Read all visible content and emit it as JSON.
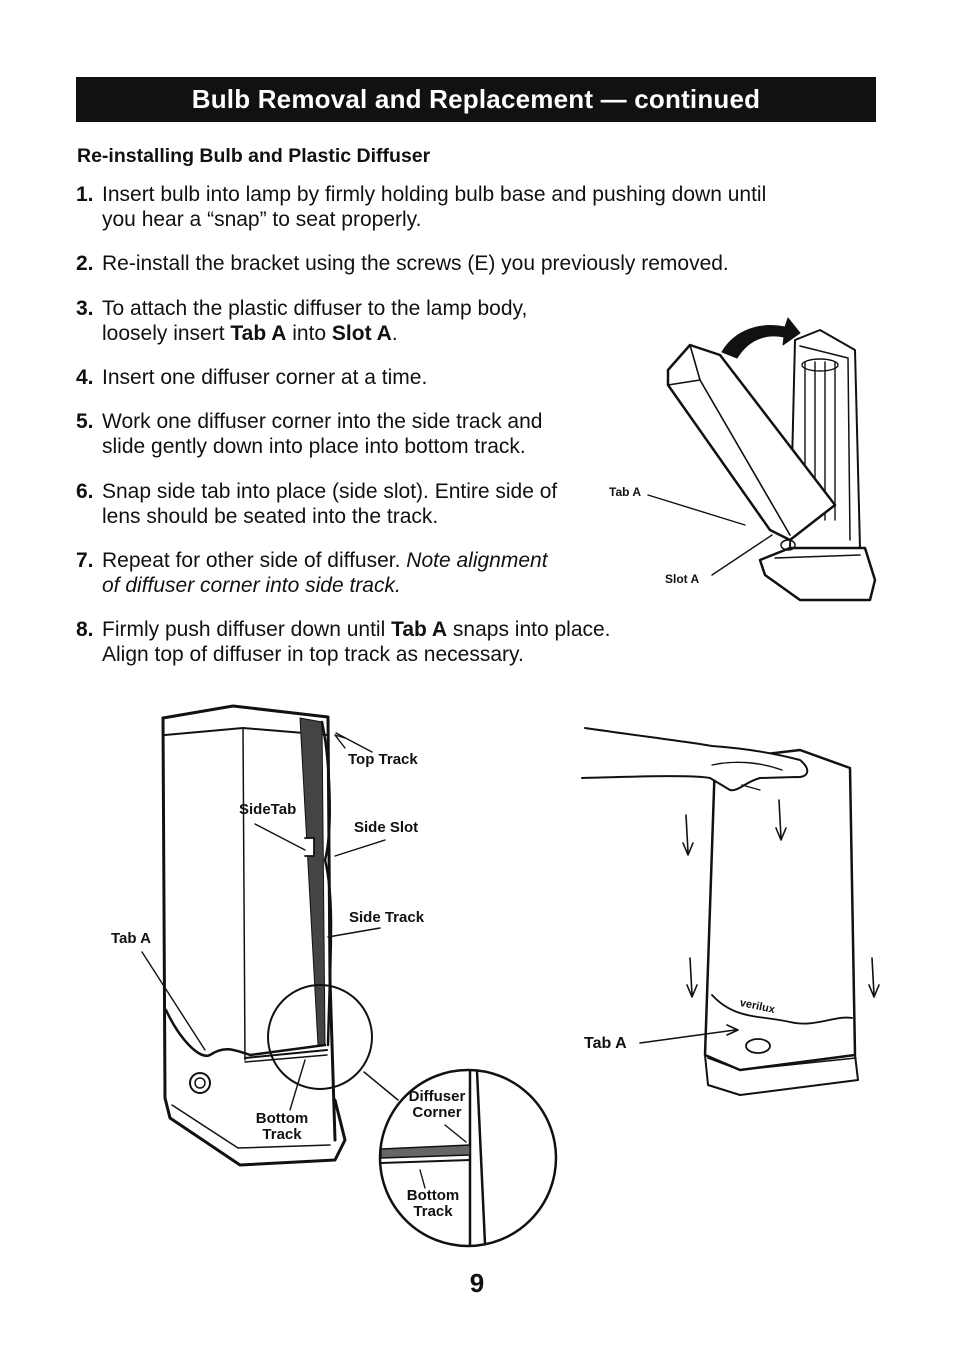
{
  "header": {
    "title": "Bulb Removal and Replacement — continued"
  },
  "section": {
    "subtitle": "Re-installing Bulb and Plastic Diffuser"
  },
  "steps": [
    {
      "num": "1.",
      "lines": [
        "Insert bulb into lamp by firmly holding bulb base and pushing down until",
        "you hear a “snap” to seat properly."
      ]
    },
    {
      "num": "2.",
      "lines": [
        "Re-install the bracket using the screws (E) you previously removed."
      ]
    },
    {
      "num": "3.",
      "line1": "To attach the plastic diffuser to the lamp body,",
      "l2a": "loosely insert ",
      "l2b": "Tab A",
      "l2c": " into ",
      "l2d": "Slot A",
      "l2e": "."
    },
    {
      "num": "4.",
      "lines": [
        "Insert one diffuser corner at a time."
      ]
    },
    {
      "num": "5.",
      "lines": [
        "Work one diffuser corner into the side track and",
        "slide gently down into place into bottom track."
      ]
    },
    {
      "num": "6.",
      "lines": [
        "Snap side tab into place (side slot). Entire side of",
        "lens should be seated into the track."
      ]
    },
    {
      "num": "7.",
      "plain": "Repeat for other side of diffuser. ",
      "italic1": "Note alignment",
      "italic2": "of diffuser corner into side track."
    },
    {
      "num": "8.",
      "l1a": "Firmly push diffuser down until ",
      "l1b": "Tab A",
      "l1c": " snaps into place.",
      "line2": "Align top of diffuser in top track as necessary."
    }
  ],
  "figure_top": {
    "tab_a": "Tab A",
    "slot_a": "Slot A"
  },
  "figure_left": {
    "top_track": "Top Track",
    "side_tab": "SideTab",
    "side_slot": "Side Slot",
    "side_track": "Side Track",
    "tab_a": "Tab A",
    "bottom_track_1": "Bottom",
    "bottom_track_2": "Track",
    "zoom_corner_1": "Diffuser",
    "zoom_corner_2": "Corner",
    "zoom_bottom_1": "Bottom",
    "zoom_bottom_2": "Track"
  },
  "figure_right": {
    "tab_a": "Tab A",
    "brand": "verilux"
  },
  "page_number": "9"
}
